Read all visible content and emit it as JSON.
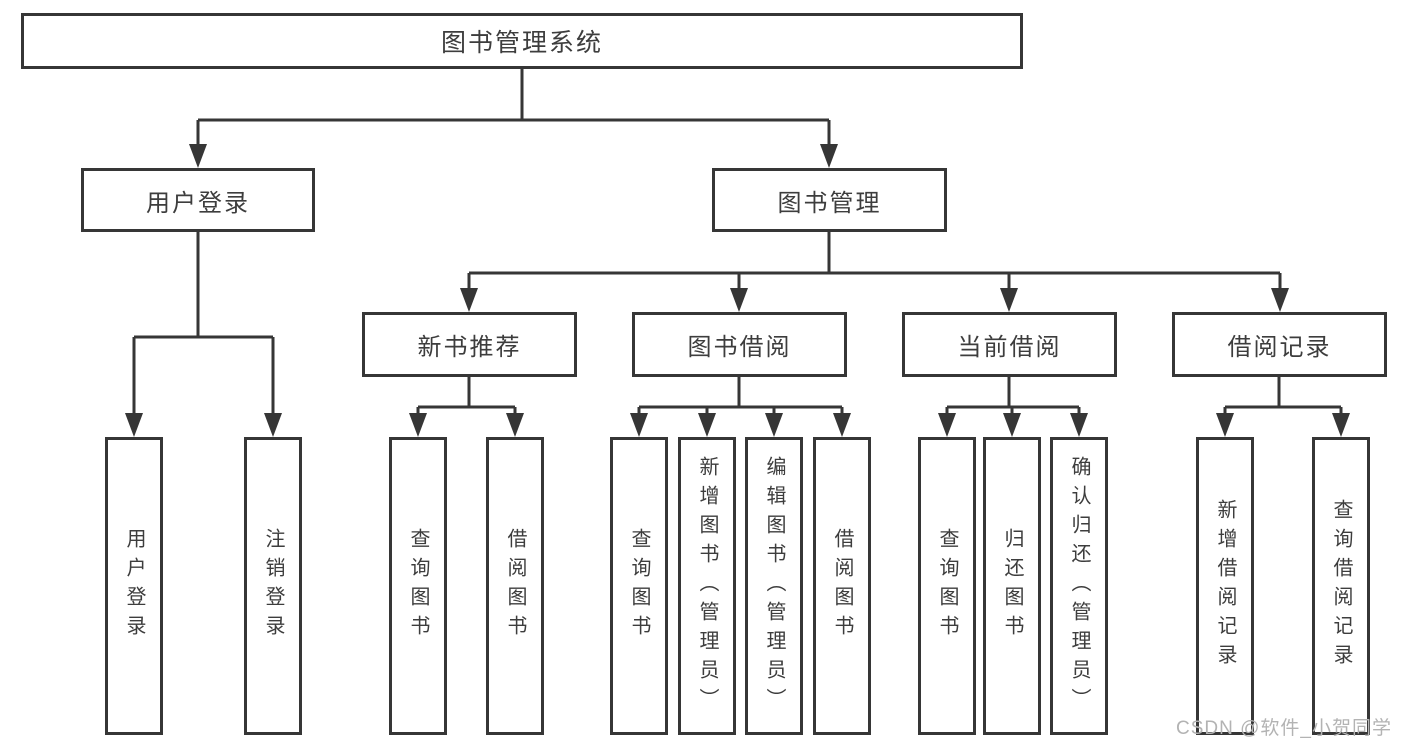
{
  "root": {
    "label": "图书管理系统"
  },
  "level1": [
    {
      "label": "用户登录"
    },
    {
      "label": "图书管理"
    }
  ],
  "level2": [
    {
      "label": "新书推荐"
    },
    {
      "label": "图书借阅"
    },
    {
      "label": "当前借阅"
    },
    {
      "label": "借阅记录"
    }
  ],
  "level3": [
    {
      "label": "用户登录"
    },
    {
      "label": "注销登录"
    },
    {
      "label": "查询图书"
    },
    {
      "label": "借阅图书"
    },
    {
      "label": "查询图书"
    },
    {
      "label": "新增图书（管理员）"
    },
    {
      "label": "编辑图书（管理员）"
    },
    {
      "label": "借阅图书"
    },
    {
      "label": "查询图书"
    },
    {
      "label": "归还图书"
    },
    {
      "label": "确认归还（管理员）"
    },
    {
      "label": "新增借阅记录"
    },
    {
      "label": "查询借阅记录"
    }
  ],
  "watermark": {
    "text": "CSDN @软件_小贺同学"
  },
  "colors": {
    "line": "#363636",
    "text": "#3d3d3d",
    "background": "#ffffff",
    "watermark": "#b3b3b3"
  }
}
